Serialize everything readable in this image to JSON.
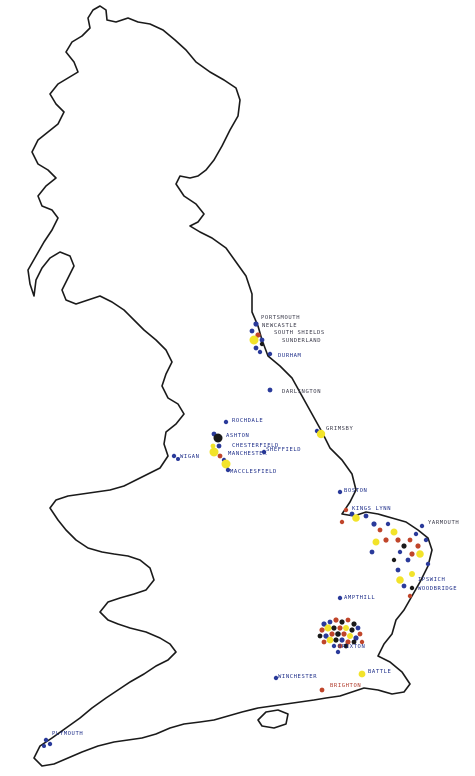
{
  "colors": {
    "coastline": "#1a1a1a",
    "blue": "#2a3a9a",
    "yellow": "#f2e32a",
    "red": "#c0452a",
    "black": "#1a1a1a",
    "label": "#1f2f8a"
  },
  "labels": [
    {
      "id": "portsmouth-north",
      "text": "PORTSMOUTH",
      "color": "dark"
    },
    {
      "id": "newcastle",
      "text": "NEWCASTLE",
      "color": "dark"
    },
    {
      "id": "south-shields",
      "text": "SOUTH SHIELDS",
      "color": "dark"
    },
    {
      "id": "sunderland",
      "text": "SUNDERLAND",
      "color": "dark"
    },
    {
      "id": "durham",
      "text": "DURHAM",
      "color": "navy"
    },
    {
      "id": "darlington",
      "text": "DARLINGTON",
      "color": "dark"
    },
    {
      "id": "rochdale",
      "text": "ROCHDALE",
      "color": "navy"
    },
    {
      "id": "ashton",
      "text": "ASHTON",
      "color": "navy"
    },
    {
      "id": "grimsby",
      "text": "GRIMSBY",
      "color": "dark"
    },
    {
      "id": "chesterfield",
      "text": "CHESTERFIELD",
      "color": "navy"
    },
    {
      "id": "manchester",
      "text": "MANCHESTER",
      "color": "navy"
    },
    {
      "id": "sheffield",
      "text": "SHEFFIELD",
      "color": "navy"
    },
    {
      "id": "macclesfield",
      "text": "MACCLESFIELD",
      "color": "navy"
    },
    {
      "id": "wigan",
      "text": "WIGAN",
      "color": "navy"
    },
    {
      "id": "boston",
      "text": "BOSTON",
      "color": "navy"
    },
    {
      "id": "kings-lynn",
      "text": "KINGS LYNN",
      "color": "navy"
    },
    {
      "id": "yarmouth",
      "text": "YARMOUTH",
      "color": "dark"
    },
    {
      "id": "ipswich",
      "text": "IPSWICH",
      "color": "navy"
    },
    {
      "id": "woodbridge",
      "text": "WOODBRIDGE",
      "color": "navy"
    },
    {
      "id": "ampthill",
      "text": "AMPTHILL",
      "color": "navy"
    },
    {
      "id": "brixton",
      "text": "BRIXTON",
      "color": "navy"
    },
    {
      "id": "winchester",
      "text": "WINCHESTER",
      "color": "navy"
    },
    {
      "id": "battle",
      "text": "BATTLE",
      "color": "navy"
    },
    {
      "id": "brighton",
      "text": "BRIGHTON",
      "color": "red"
    },
    {
      "id": "plymouth",
      "text": "PLYMOUTH",
      "color": "navy"
    }
  ]
}
